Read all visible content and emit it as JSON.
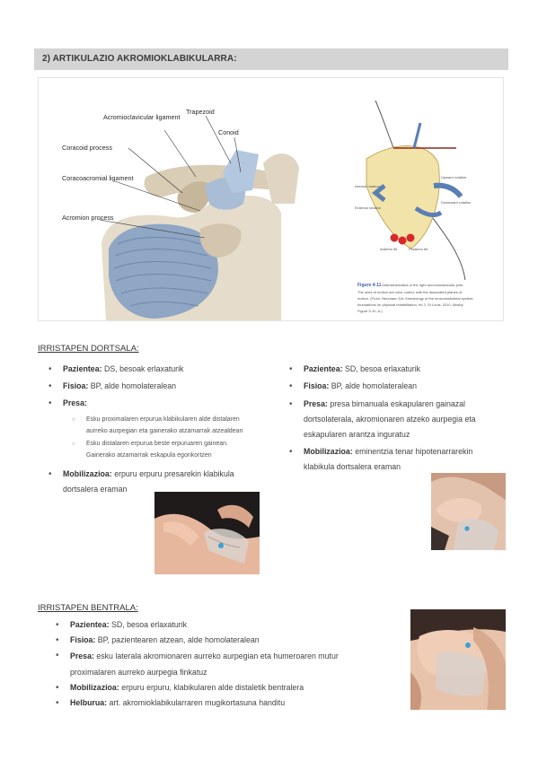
{
  "section": {
    "title": "2) ARTIKULAZIO AKROMIOKLABIKULARRA:"
  },
  "figure": {
    "labels": {
      "acromioclavicular": "Acromioclavicular ligament",
      "trapezoid": "Trapezoid",
      "conoid": "Conoid",
      "coracoid": "Coracoid process",
      "coracoacromial": "Coracoacromial ligament",
      "acromion": "Acromion process"
    },
    "right_labels": {
      "upward": "Upward rotation",
      "downward": "Downward rotation",
      "internal": "Internal rotation",
      "external": "External rotation",
      "ant_tilt": "Anterior tilt",
      "post_tilt": "Posterior tilt"
    },
    "caption": {
      "head": "Figure 4-11",
      "line1": "Osteokinematics of the right acromioclavicular joint.",
      "line2": "The axes of motion are color coded, with the associated planes of",
      "line3": "motion. (From: Neumann DA: Kinesiology of the musculoskeletal system:",
      "line4": "foundations for physical rehabilitation, ed 2, St Louis, 2010, Mosby.",
      "line5": "Figure 5-10, A.)"
    }
  },
  "dortsala": {
    "title": "IRRISTAPEN DORTSALA:",
    "left": {
      "pazientea_label": "Pazientea:",
      "pazientea_value": " DS, besoak erlaxaturik",
      "fisioa_label": "Fisioa:",
      "fisioa_value": " BP, alde homolateralean",
      "presa_label": "Presa:",
      "presa_sub": [
        "Esku proximalaren erpurua klabikularen alde distalaren",
        "aurreko aurpegian eta gainerako atzamarrak atzealdean",
        "Esku distalaren erpurua beste erpuruaren gainean.",
        "Gainerako atzamarrak eskapula egonkortzen"
      ],
      "mobil_label": "Mobilizazioa:",
      "mobil_value": " erpuru erpuru presarekin klabikula",
      "mobil_value2": "dortsalera eraman"
    },
    "right": {
      "pazientea_label": "Pazientea:",
      "pazientea_value": " SD, besoa erlaxaturik",
      "fisioa_label": "Fisioa:",
      "fisioa_value": " BP, alde homolateralean",
      "presa_label": "Presa:",
      "presa_value": " presa bimanuala eskapularen gainazal",
      "presa_value2": "dortsolaterala, akromionaren atzeko aurpegia eta",
      "presa_value3": "eskapularen arantza inguratuz",
      "mobil_label": "Mobilizazioa:",
      "mobil_value": " eminentzia tenar hipotenarrarekin",
      "mobil_value2": "klabikula dortsalera eraman"
    }
  },
  "bentrala": {
    "title": "IRRISTAPEN BENTRALA:",
    "pazientea_label": "Pazientea:",
    "pazientea_value": " SD, besoa erlaxaturik",
    "fisioa_label": "Fisioa:",
    "fisioa_value": " BP, pazientearen atzean, alde homolateralean",
    "presa_label": "Presa:",
    "presa_value": " esku laterala akromionaren aurreko aurpegian eta humeroaren mutur",
    "presa_value2": "proximalaren aurreko aurpegia finkatuz",
    "mobil_label": "Mobilizazioa:",
    "mobil_value": " erpuru erpuru, klabikularen alde distaletik bentralera",
    "helburua_label": "Helburua:",
    "helburua_value": " art. akromioklabikularraren mugikortasuna handitu"
  }
}
